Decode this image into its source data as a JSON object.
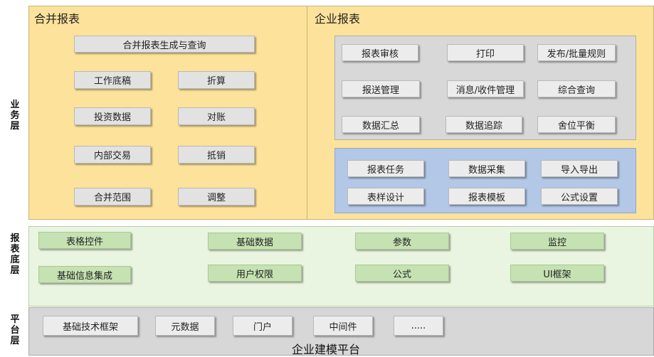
{
  "layers": {
    "business": "业务层",
    "report_base": "报表底层",
    "platform": "平台层"
  },
  "consolidated": {
    "title": "合并报表",
    "items": [
      "合并报表生成与查询",
      "工作底稿",
      "折算",
      "投资数据",
      "对账",
      "内部交易",
      "抵销",
      "合并范围",
      "调整"
    ]
  },
  "enterprise": {
    "title": "企业报表",
    "gray_items": [
      "报表审核",
      "打印",
      "发布/批量规则",
      "报送管理",
      "消息/收件管理",
      "综合查询",
      "数据汇总",
      "数据追踪",
      "舍位平衡"
    ],
    "blue_items": [
      "报表任务",
      "数据采集",
      "导入导出",
      "表样设计",
      "报表模板",
      "公式设置"
    ]
  },
  "report_base": {
    "items": [
      "表格控件",
      "基础数据",
      "参数",
      "监控",
      "基础信息集成",
      "用户权限",
      "公式",
      "UI框架"
    ]
  },
  "platform": {
    "items": [
      "基础技术框架",
      "元数据",
      "门户",
      "中间件",
      "....."
    ],
    "title": "企业建模平台"
  },
  "colors": {
    "business_bg": "#fde29b",
    "report_base_bg": "#e9f5e0",
    "platform_bg": "#d7d7d7",
    "gray_box": "#d8d8d8",
    "blue_box": "#b3c7e6"
  }
}
